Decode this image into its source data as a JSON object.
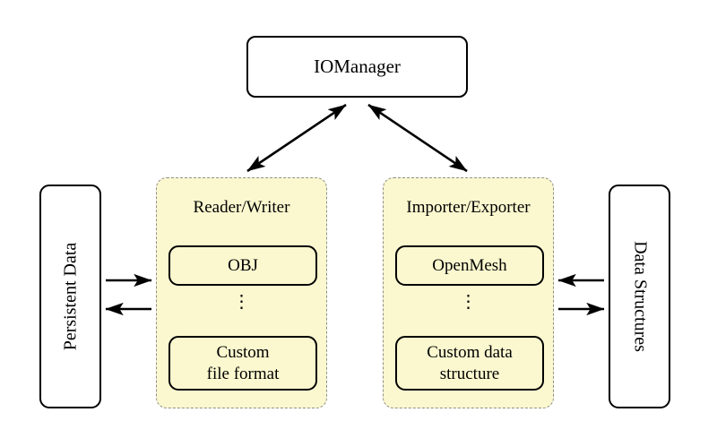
{
  "diagram": {
    "title_node": {
      "label": "IOManager"
    },
    "left_endpoint": {
      "label": "Persistent Data"
    },
    "right_endpoint": {
      "label": "Data Structures"
    },
    "panels": [
      {
        "id": "reader-writer",
        "title": "Reader/Writer",
        "top_item": "OBJ",
        "ellipsis": "⋮",
        "bottom_item": "Custom\nfile format",
        "bottom_item_line1": "Custom",
        "bottom_item_line2": "file format"
      },
      {
        "id": "importer-exporter",
        "title": "Importer/Exporter",
        "top_item": "OpenMesh",
        "ellipsis": "⋮",
        "bottom_item": "Custom data\nstructure",
        "bottom_item_line1": "Custom data",
        "bottom_item_line2": "structure"
      }
    ],
    "connections": [
      {
        "id": "iomanager-to-reader-writer",
        "from": "IOManager",
        "to": "Reader/Writer",
        "style": "double-headed"
      },
      {
        "id": "iomanager-to-importer-exporter",
        "from": "IOManager",
        "to": "Importer/Exporter",
        "style": "double-headed"
      },
      {
        "id": "persistent-data-to-reader-writer",
        "from": "Persistent Data",
        "to": "Reader/Writer",
        "style": "single-headed-right"
      },
      {
        "id": "reader-writer-to-persistent-data",
        "from": "Reader/Writer",
        "to": "Persistent Data",
        "style": "single-headed-left"
      },
      {
        "id": "data-structures-to-importer-exporter",
        "from": "Data Structures",
        "to": "Importer/Exporter",
        "style": "single-headed-left"
      },
      {
        "id": "importer-exporter-to-data-structures",
        "from": "Importer/Exporter",
        "to": "Data Structures",
        "style": "single-headed-right"
      }
    ],
    "colors": {
      "panel_fill": "#fbf8cf",
      "panel_border": "#8f8f8f",
      "node_border": "#000000",
      "node_fill": "#ffffff",
      "arrow": "#000000",
      "background": "#ffffff"
    }
  }
}
